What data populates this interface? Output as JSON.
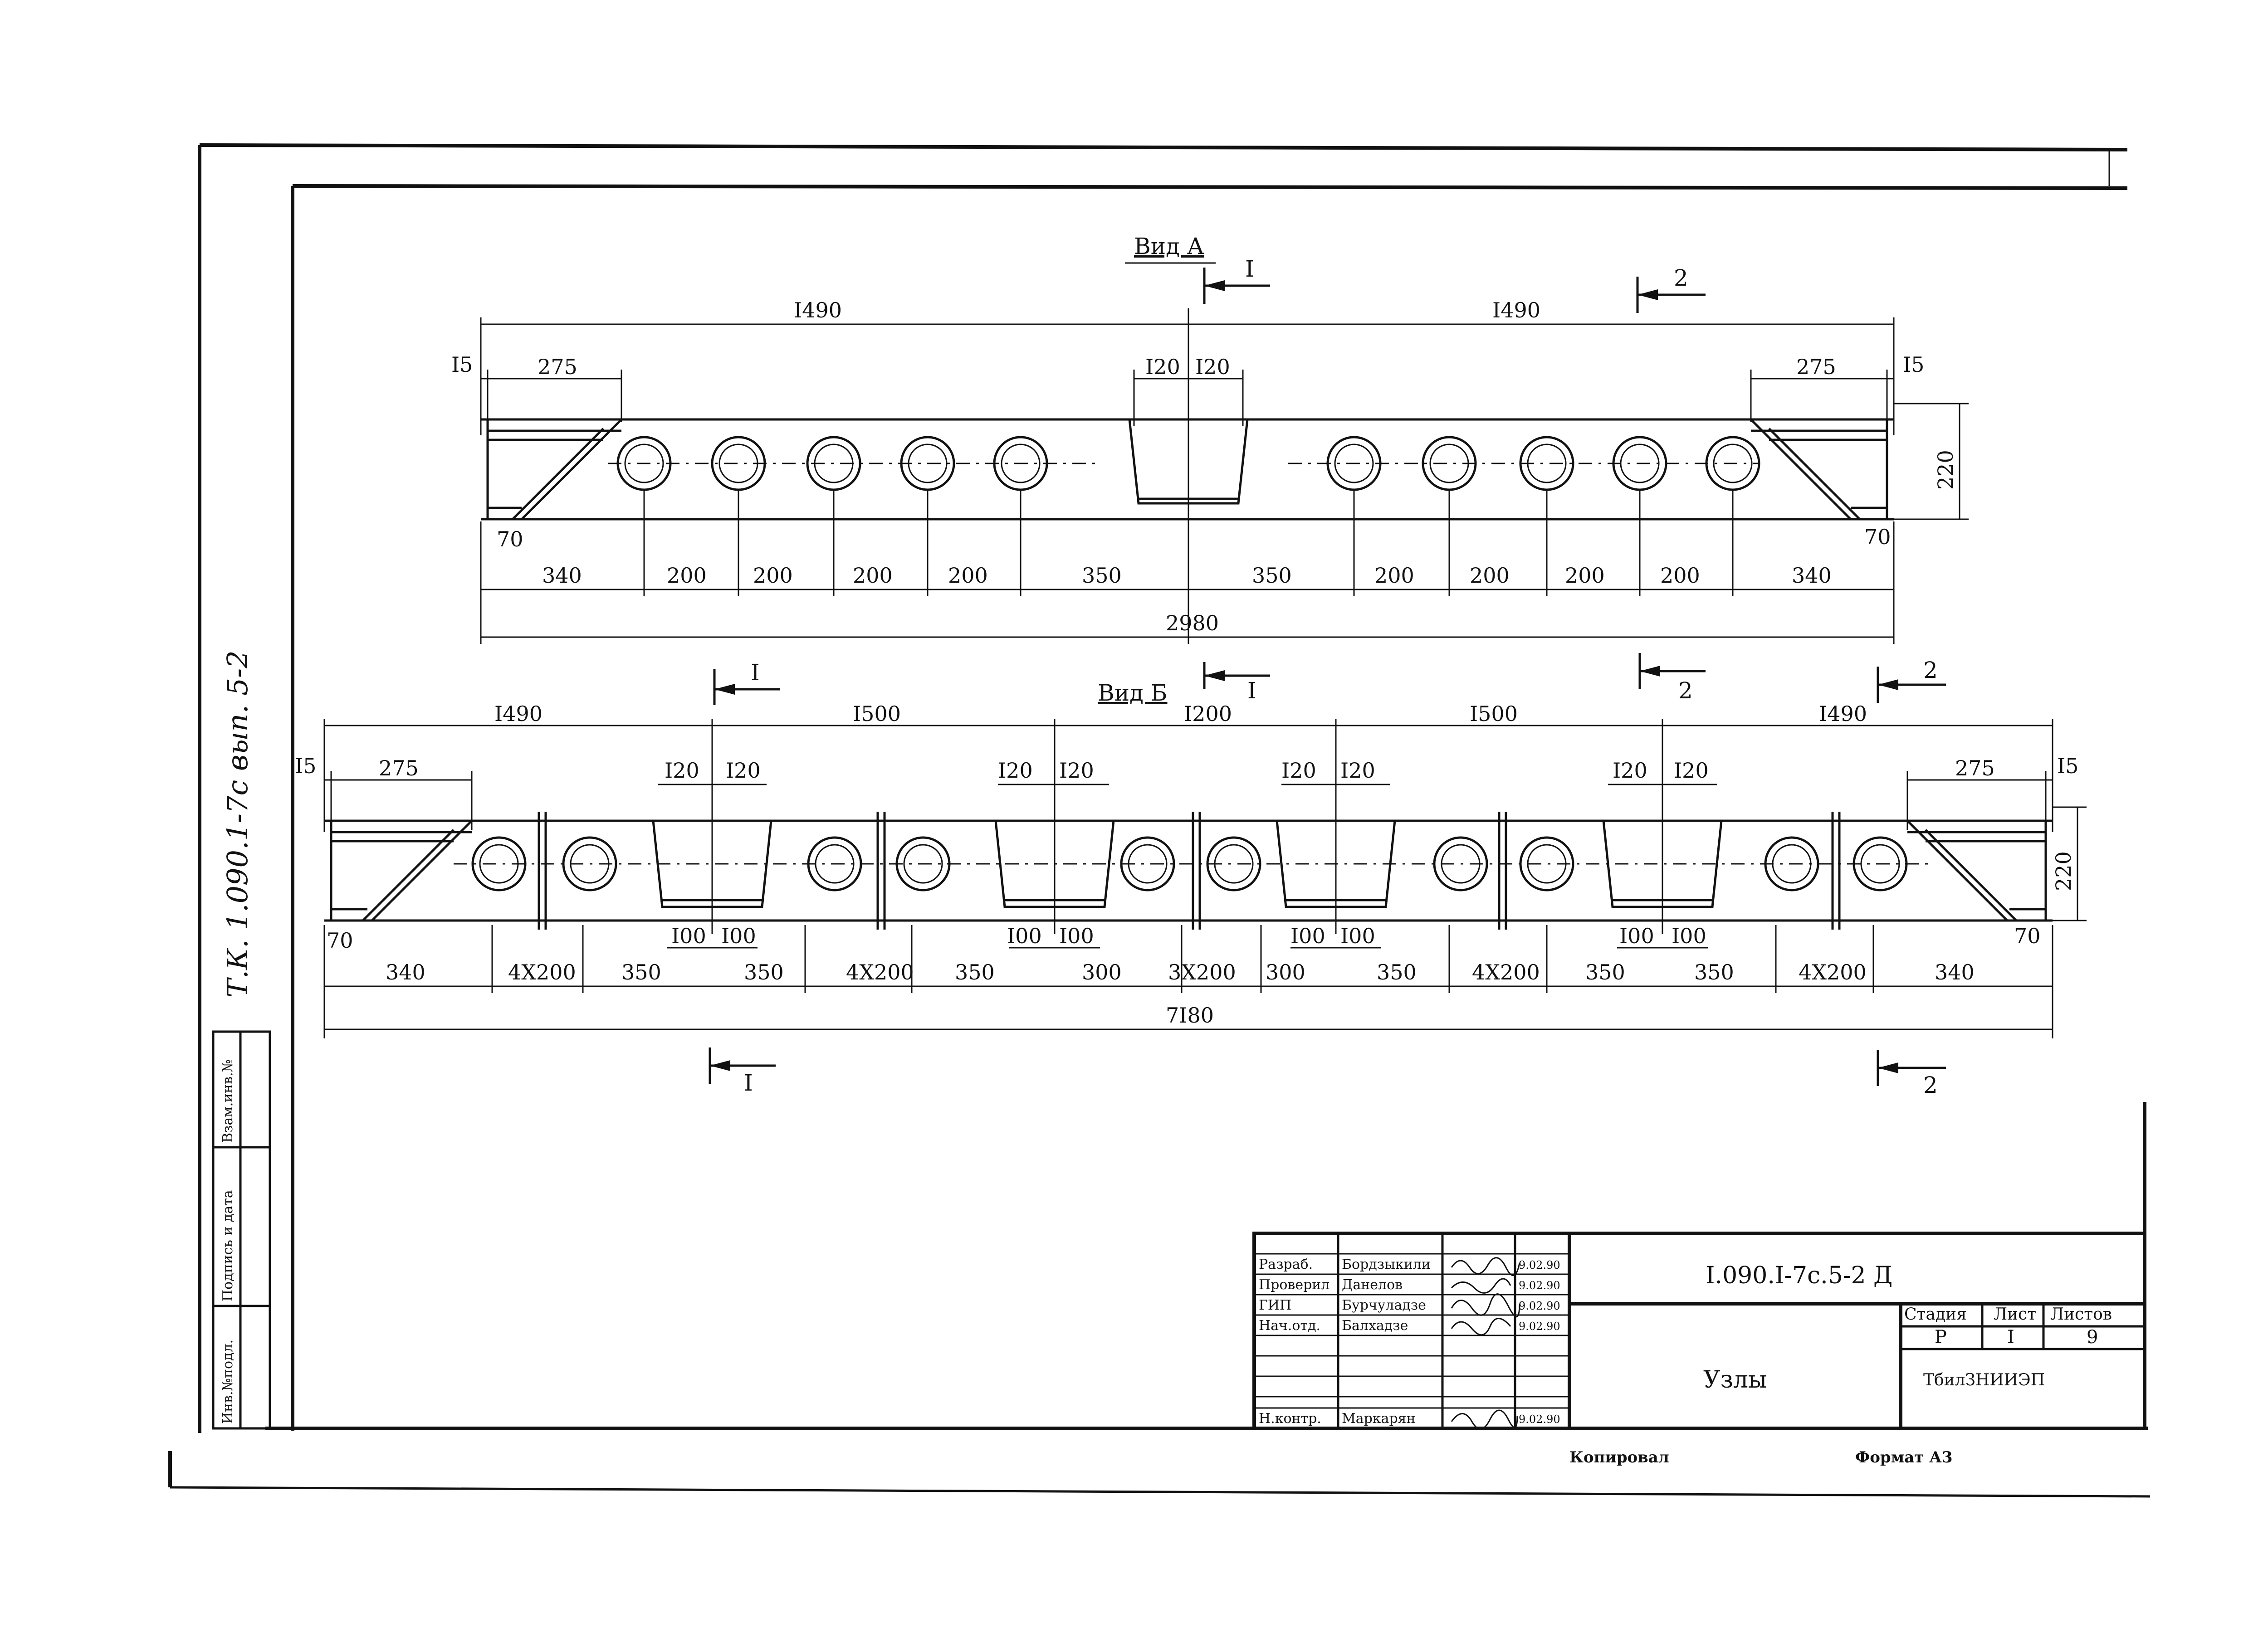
{
  "view_a": {
    "label": "Вид А",
    "section_1": "I",
    "section_2": "2",
    "dims_top": [
      "I490",
      "I490"
    ],
    "dim_15_left": "I5",
    "dim_275_left": "275",
    "dim_120_left": "I20",
    "dim_120_right": "I20",
    "dim_275_right": "275",
    "dim_15_right": "I5",
    "dim_height": "220",
    "dim_70_left": "70",
    "dim_70_right": "70",
    "dims_bottom": [
      "340",
      "200",
      "200",
      "200",
      "200",
      "350",
      "350",
      "200",
      "200",
      "200",
      "200",
      "340"
    ],
    "total": "2980"
  },
  "view_b": {
    "label": "Вид Б",
    "section_1": "I",
    "section_2": "2",
    "dims_top": [
      "I490",
      "I500",
      "I200",
      "I500",
      "I490"
    ],
    "dim_15_left": "I5",
    "dim_275_left": "275",
    "dim_275_right": "275",
    "dim_15_right": "I5",
    "dim_120": "I20",
    "dim_100": "I00",
    "dim_height": "220",
    "dim_70_left": "70",
    "dim_70_right": "70",
    "dims_bottom": [
      "340",
      "4X200",
      "350",
      "350",
      "4X200",
      "350",
      "300",
      "3X200",
      "300",
      "350",
      "4X200",
      "350",
      "350",
      "4X200",
      "340"
    ],
    "total": "7I80"
  },
  "side_stamp": "Т.К.  1.090.1-7с  вып. 5-2",
  "side_table": {
    "col1": "Инв.№подл.",
    "col2": "Подпись и дата",
    "col3": "Взам.инв.№"
  },
  "title_block": {
    "doc_code": "I.090.I-7с.5-2 Д",
    "title": "Узлы",
    "org": "ТбилЗНИИЭП",
    "stage_label": "Стадия",
    "sheet_label": "Лист",
    "sheets_label": "Листов",
    "stage": "Р",
    "sheet": "I",
    "sheets": "9",
    "rows": [
      {
        "role": "Разраб.",
        "name": "Бордзыкили",
        "date": "9.02.90"
      },
      {
        "role": "Проверил",
        "name": "Данелов",
        "date": "9.02.90"
      },
      {
        "role": "ГИП",
        "name": "Бурчуладзе",
        "date": "9.02.90"
      },
      {
        "role": "Нач.отд.",
        "name": "Балхадзе",
        "date": "9.02.90"
      },
      {
        "role": "Н.контр.",
        "name": "Маркарян",
        "date": "9.02.90"
      }
    ],
    "copied": "Копировал",
    "format": "Формат А3"
  }
}
